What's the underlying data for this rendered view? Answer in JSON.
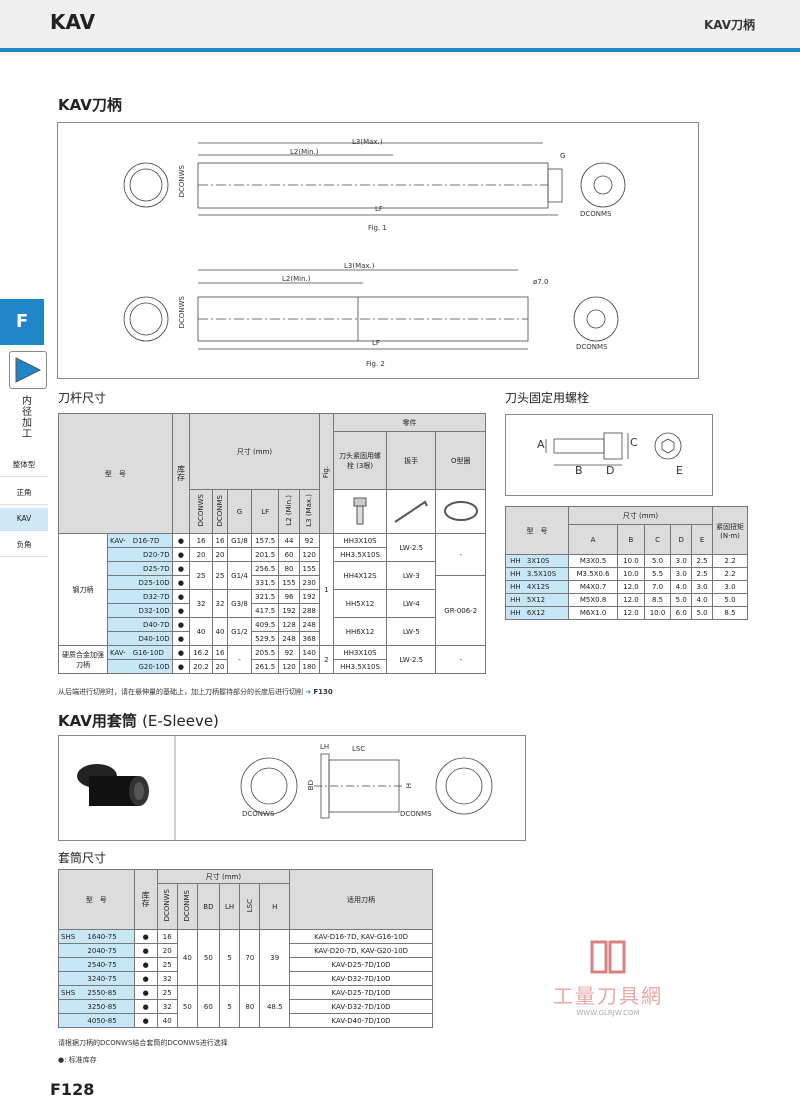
{
  "header": {
    "title": "KAV",
    "right": "KAV刀柄"
  },
  "sidebar": {
    "tab": "F",
    "vertical_label": "内径加工",
    "items": [
      {
        "label": "整体型",
        "active": false
      },
      {
        "label": "正角",
        "active": false
      },
      {
        "label": "KAV",
        "active": true
      },
      {
        "label": "负角",
        "active": false
      }
    ]
  },
  "section1": {
    "title": "KAV刀柄",
    "fig1": {
      "caption": "Fig. 1",
      "l3": "L3(Max.)",
      "l2": "L2(Min.)",
      "lf": "LF",
      "dconws": "DCONWS",
      "dconms": "DCONMS",
      "g": "G"
    },
    "fig2": {
      "caption": "Fig. 2",
      "l3": "L3(Max.)",
      "l2": "L2(Min.)",
      "lf": "LF",
      "dconws": "DCONWS",
      "dconms": "DCONMS",
      "phi": "ø7.0"
    }
  },
  "shank_table": {
    "title": "刀杆尺寸",
    "h_model": "型　号",
    "h_stock": "库存",
    "h_dims": "尺寸 (mm)",
    "h_fig": "Fig.",
    "h_parts": "零件",
    "dim_cols": [
      "DCONWS",
      "DCONMS",
      "G",
      "LF",
      "L2 (Min.)",
      "L3 (Max.)"
    ],
    "part_cols": [
      "刀头紧固用螺栓 (3根)",
      "扳手",
      "O型圈"
    ],
    "group1": "钢刀柄",
    "group2": "硬质合金加强刀柄",
    "prefix": "KAV-",
    "rows": [
      {
        "model": "D16-7D",
        "stock": "●",
        "dconws": "16",
        "dconms": "16",
        "g": "G1/8",
        "lf": "157.5",
        "l2": "44",
        "l3": "92",
        "bolt": "HH3X10S",
        "wrench": "LW-2.5",
        "oring": "-"
      },
      {
        "model": "D20-7D",
        "stock": "●",
        "dconws": "20",
        "dconms": "20",
        "g": "",
        "lf": "201.5",
        "l2": "60",
        "l3": "120",
        "bolt": "HH3.5X10S",
        "wrench": "",
        "oring": ""
      },
      {
        "model": "D25-7D",
        "stock": "●",
        "dconws": "25",
        "dconms": "25",
        "g": "G1/4",
        "lf": "256.5",
        "l2": "80",
        "l3": "155",
        "bolt": "HH4X12S",
        "wrench": "LW-3",
        "oring": ""
      },
      {
        "model": "D25-10D",
        "stock": "●",
        "dconws": "",
        "dconms": "",
        "g": "",
        "lf": "331.5",
        "l2": "155",
        "l3": "230",
        "bolt": "",
        "wrench": "",
        "oring": ""
      },
      {
        "model": "D32-7D",
        "stock": "●",
        "dconws": "32",
        "dconms": "32",
        "g": "G3/8",
        "lf": "321.5",
        "l2": "96",
        "l3": "192",
        "bolt": "HH5X12",
        "wrench": "LW-4",
        "oring": "GR-006-2"
      },
      {
        "model": "D32-10D",
        "stock": "●",
        "dconws": "",
        "dconms": "",
        "g": "",
        "lf": "417.5",
        "l2": "192",
        "l3": "288",
        "bolt": "",
        "wrench": "",
        "oring": ""
      },
      {
        "model": "D40-7D",
        "stock": "●",
        "dconws": "40",
        "dconms": "40",
        "g": "G1/2",
        "lf": "409.5",
        "l2": "128",
        "l3": "248",
        "bolt": "HH6X12",
        "wrench": "LW-5",
        "oring": ""
      },
      {
        "model": "D40-10D",
        "stock": "●",
        "dconws": "",
        "dconms": "",
        "g": "",
        "lf": "529.5",
        "l2": "248",
        "l3": "368",
        "bolt": "",
        "wrench": "",
        "oring": ""
      },
      {
        "model": "G16-10D",
        "stock": "●",
        "dconws": "16.2",
        "dconms": "16",
        "g": "-",
        "lf": "205.5",
        "l2": "92",
        "l3": "140",
        "bolt": "HH3X10S",
        "wrench": "LW-2.5",
        "oring": "-"
      },
      {
        "model": "G20-10D",
        "stock": "●",
        "dconws": "20.2",
        "dconms": "20",
        "g": "",
        "lf": "261.5",
        "l2": "120",
        "l3": "180",
        "bolt": "HH3.5X10S",
        "wrench": "",
        "oring": ""
      }
    ],
    "fig_values": [
      "1",
      "2"
    ],
    "note": "从后端进行切削时，请在悬伸量的基础上，加上刀柄握持部分的长度后进行切削",
    "note_ref": "F130"
  },
  "bolt_table": {
    "title": "刀头固定用螺栓",
    "diagram_labels": [
      "A",
      "B",
      "C",
      "D",
      "E"
    ],
    "h_model": "型　号",
    "h_dims": "尺寸 (mm)",
    "h_torque": "紧固扭矩 (N·m)",
    "cols": [
      "A",
      "B",
      "C",
      "D",
      "E"
    ],
    "rows": [
      {
        "p": "HH",
        "m": "3X10S",
        "a": "M3X0.5",
        "b": "10.0",
        "c": "5.0",
        "d": "3.0",
        "e": "2.5",
        "t": "2.2"
      },
      {
        "p": "HH",
        "m": "3.5X10S",
        "a": "M3.5X0.6",
        "b": "10.0",
        "c": "5.5",
        "d": "3.0",
        "e": "2.5",
        "t": "2.2"
      },
      {
        "p": "HH",
        "m": "4X12S",
        "a": "M4X0.7",
        "b": "12.0",
        "c": "7.0",
        "d": "4.0",
        "e": "3.0",
        "t": "3.0"
      },
      {
        "p": "HH",
        "m": "5X12",
        "a": "M5X0.8",
        "b": "12.0",
        "c": "8.5",
        "d": "5.0",
        "e": "4.0",
        "t": "5.0"
      },
      {
        "p": "HH",
        "m": "6X12",
        "a": "M6X1.0",
        "b": "12.0",
        "c": "10.0",
        "d": "6.0",
        "e": "5.0",
        "t": "8.5"
      }
    ]
  },
  "section2": {
    "title": "KAV用套筒",
    "title_en": "(E-Sleeve)",
    "labels": {
      "lh": "LH",
      "lsc": "LSC",
      "bd": "BD",
      "h": "H",
      "dconws": "DCONWS",
      "dconms": "DCONMS"
    }
  },
  "sleeve_table": {
    "title": "套筒尺寸",
    "h_model": "型　号",
    "h_stock": "库存",
    "h_dims": "尺寸 (mm)",
    "h_holder": "适用刀柄",
    "cols": [
      "DCONWS",
      "DCONMS",
      "BD",
      "LH",
      "LSC",
      "H"
    ],
    "rows": [
      {
        "p": "SHS",
        "m": "1640-75",
        "s": "●",
        "dconws": "16",
        "holder": "KAV-D16-7D, KAV-G16-10D"
      },
      {
        "p": "",
        "m": "2040-75",
        "s": "●",
        "dconws": "20",
        "holder": "KAV-D20-7D, KAV-G20-10D"
      },
      {
        "p": "",
        "m": "2540-75",
        "s": "●",
        "dconws": "25",
        "holder": "KAV-D25-7D/10D"
      },
      {
        "p": "",
        "m": "3240-75",
        "s": "●",
        "dconws": "32",
        "holder": "KAV-D32-7D/10D"
      },
      {
        "p": "SHS",
        "m": "2550-85",
        "s": "●",
        "dconws": "25",
        "holder": "KAV-D25-7D/10D"
      },
      {
        "p": "",
        "m": "3250-85",
        "s": "●",
        "dconws": "32",
        "holder": "KAV-D32-7D/10D"
      },
      {
        "p": "",
        "m": "4050-85",
        "s": "●",
        "dconws": "40",
        "holder": "KAV-D40-7D/10D"
      }
    ],
    "group_a": {
      "dconms": "40",
      "bd": "50",
      "lh": "5",
      "lsc": "70",
      "h": "39"
    },
    "group_b": {
      "dconms": "50",
      "bd": "60",
      "lh": "5",
      "lsc": "80",
      "h": "48.5"
    },
    "note": "请根据刀柄的DCONWS结合套筒的DCONWS进行选择",
    "legend": "●: 标准库存"
  },
  "watermark": {
    "text": "工量刀具網",
    "url": "WWW.GLRJW.COM"
  },
  "footer": {
    "page": "F128"
  },
  "colors": {
    "accent": "#1f87c7",
    "cell_blue": "#c7e7f7",
    "cell_gray": "#dcdcdc"
  }
}
